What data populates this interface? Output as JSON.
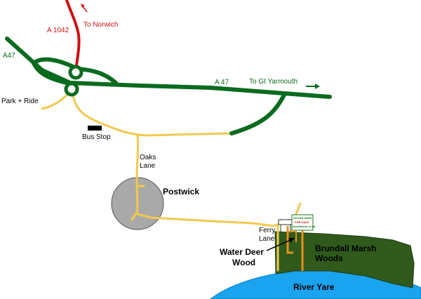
{
  "roads": {
    "a1042": "A 1042",
    "to_norwich": "To Norwich",
    "a47_left": "A47",
    "a47_right": "A 47",
    "to_gt_yarmouth": "To Gt Yarmouth"
  },
  "places": {
    "park_ride": "Park + Ride",
    "bus_stop": "Bus Stop",
    "oaks_lane_1": "Oaks",
    "oaks_lane_2": "Lane",
    "postwick": "Postwick",
    "ferry_lane_1": "Ferry",
    "ferry_lane_2": "Lane",
    "water_deer_1": "Water Deer",
    "water_deer_2": "Wood",
    "brundall_1": "Brundall Marsh",
    "brundall_2": "Woods",
    "river": "River Yare"
  },
  "sign": {
    "line1": "WOODLANDS",
    "line2": "FOR SALE",
    "line3": "woodlands.co.uk"
  },
  "colors": {
    "main_road": "#0a6b1f",
    "a1042": "#cc1111",
    "minor_road": "#f2c94c",
    "woodland": "#2f5a1c",
    "river": "#1aa3ef",
    "village": "#a9a9a9",
    "water_deer_track": "#e8901a"
  },
  "icons": {
    "north_arrow": "arrow-up-right-icon",
    "east_arrow": "arrow-right-icon",
    "sign": "for-sale-sign-icon"
  }
}
